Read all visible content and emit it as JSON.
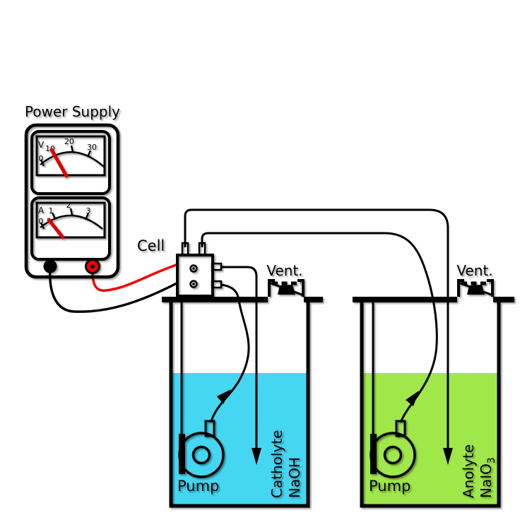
{
  "power_supply": {
    "label": "Power Supply",
    "voltmeter": {
      "unit": "V",
      "ticks": [
        "0",
        "10",
        "20",
        "30"
      ],
      "needle_reading_approx": "11 V"
    },
    "ammeter": {
      "unit": "A",
      "ticks": [
        "0",
        "1",
        "2",
        "3"
      ],
      "needle_reading_approx": "0.8 A"
    },
    "terminals": {
      "negative_color": "#000000",
      "positive_color": "#f40000"
    }
  },
  "cell": {
    "label": "Cell"
  },
  "catholyte_tank": {
    "vent_label": "Vent.",
    "pump_label": "Pump",
    "label_line1": "Catholyte",
    "label_line2": "NaOH",
    "liquid_color": "#45d6f2",
    "label_color": "#2323cc"
  },
  "anolyte_tank": {
    "vent_label": "Vent.",
    "pump_label": "Pump",
    "label_line1": "Anolyte",
    "label_line2_base": "NaIO",
    "label_line2_sub": "3",
    "liquid_color": "#a0e84a",
    "label_color": "#23a223"
  },
  "colors": {
    "wire_positive": "#f40000",
    "wire_negative": "#000000",
    "needle": "#dd0000",
    "outline": "#000000",
    "background": "#ffffff"
  }
}
